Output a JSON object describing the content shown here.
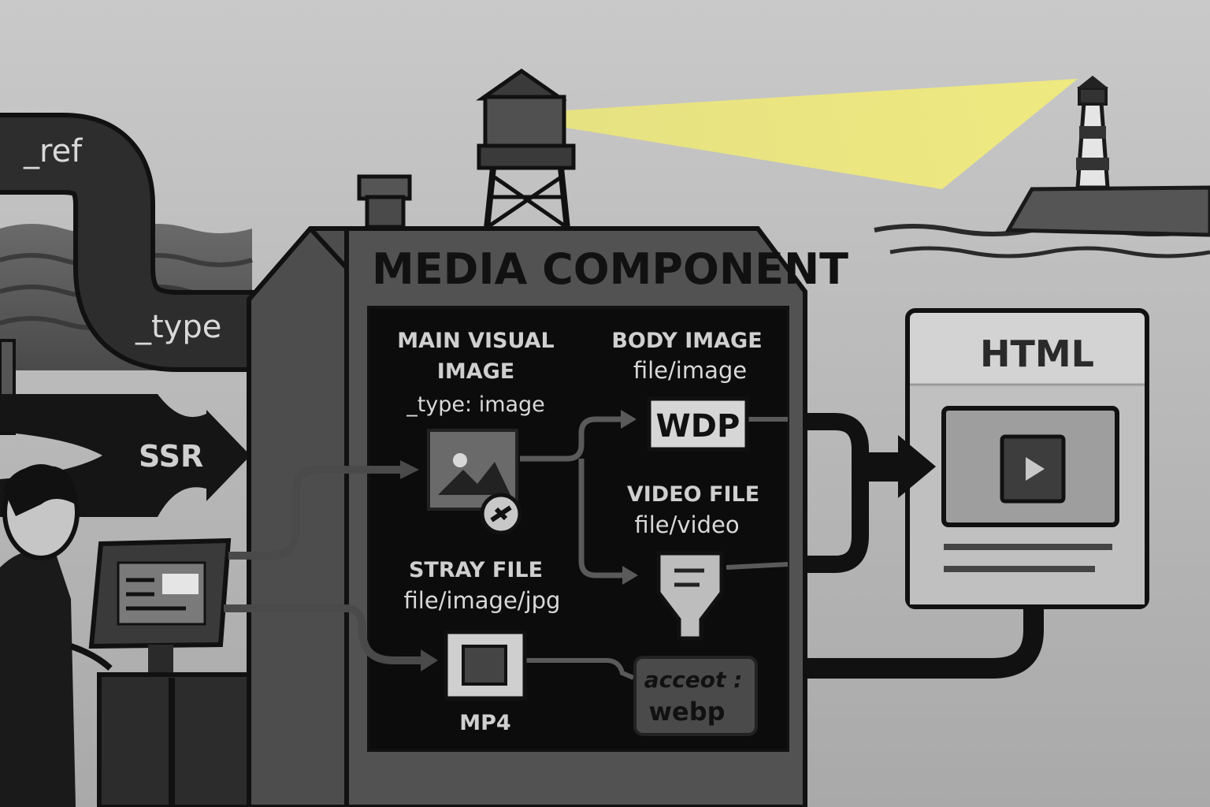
{
  "labels": {
    "ref": "_ref",
    "type": "_type",
    "ssr": "SSR",
    "media_component": "MEDIA COMPONENT",
    "html": "HTML"
  },
  "panel": {
    "main_visual": {
      "title_line1": "MAIN VISUAL",
      "title_line2": "IMAGE",
      "type": "_type: image"
    },
    "body_image": {
      "title": "BODY IMAGE",
      "type": "file/image",
      "badge": "WDP"
    },
    "video_file": {
      "title": "VIDEO FILE",
      "type": "file/video"
    },
    "stray_file": {
      "title": "STRAY FILE",
      "type": "file/image/jpg",
      "badge": "MP4"
    },
    "accept": {
      "line1": "acceot :",
      "line2": "webp"
    }
  },
  "colors": {
    "beam": "#f2ec7a",
    "panel": "#0c0c0c",
    "building": "#525252",
    "background": "#b5b5b5"
  },
  "icons": [
    "image-icon",
    "play-icon",
    "funnel-icon",
    "mp4-file-icon"
  ]
}
